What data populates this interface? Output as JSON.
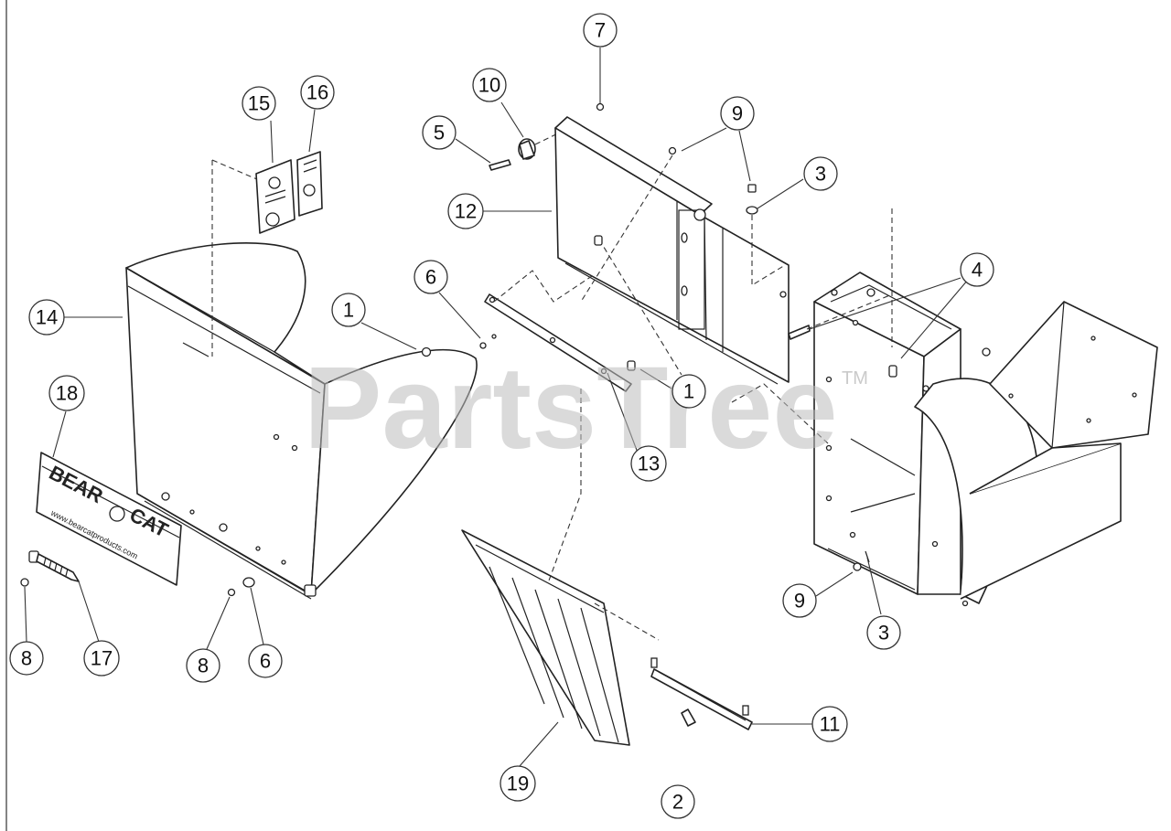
{
  "watermark": {
    "text": "PartsTree",
    "trademark": "TM"
  },
  "decal": {
    "brand_top": "BEAR",
    "brand_bottom": "CAT",
    "url": "www.bearcatproducts.com"
  },
  "callouts": [
    {
      "id": "c-7",
      "label": "7"
    },
    {
      "id": "c-10",
      "label": "10"
    },
    {
      "id": "c-9a",
      "label": "9"
    },
    {
      "id": "c-5",
      "label": "5"
    },
    {
      "id": "c-3a",
      "label": "3"
    },
    {
      "id": "c-12",
      "label": "12"
    },
    {
      "id": "c-15",
      "label": "15"
    },
    {
      "id": "c-16",
      "label": "16"
    },
    {
      "id": "c-4",
      "label": "4"
    },
    {
      "id": "c-6a",
      "label": "6"
    },
    {
      "id": "c-14",
      "label": "14"
    },
    {
      "id": "c-1a",
      "label": "1"
    },
    {
      "id": "c-1b",
      "label": "1"
    },
    {
      "id": "c-18",
      "label": "18"
    },
    {
      "id": "c-13",
      "label": "13"
    },
    {
      "id": "c-9b",
      "label": "9"
    },
    {
      "id": "c-3b",
      "label": "3"
    },
    {
      "id": "c-8a",
      "label": "8"
    },
    {
      "id": "c-17",
      "label": "17"
    },
    {
      "id": "c-8b",
      "label": "8"
    },
    {
      "id": "c-6b",
      "label": "6"
    },
    {
      "id": "c-11",
      "label": "11"
    },
    {
      "id": "c-19",
      "label": "19"
    },
    {
      "id": "c-2",
      "label": "2"
    }
  ]
}
